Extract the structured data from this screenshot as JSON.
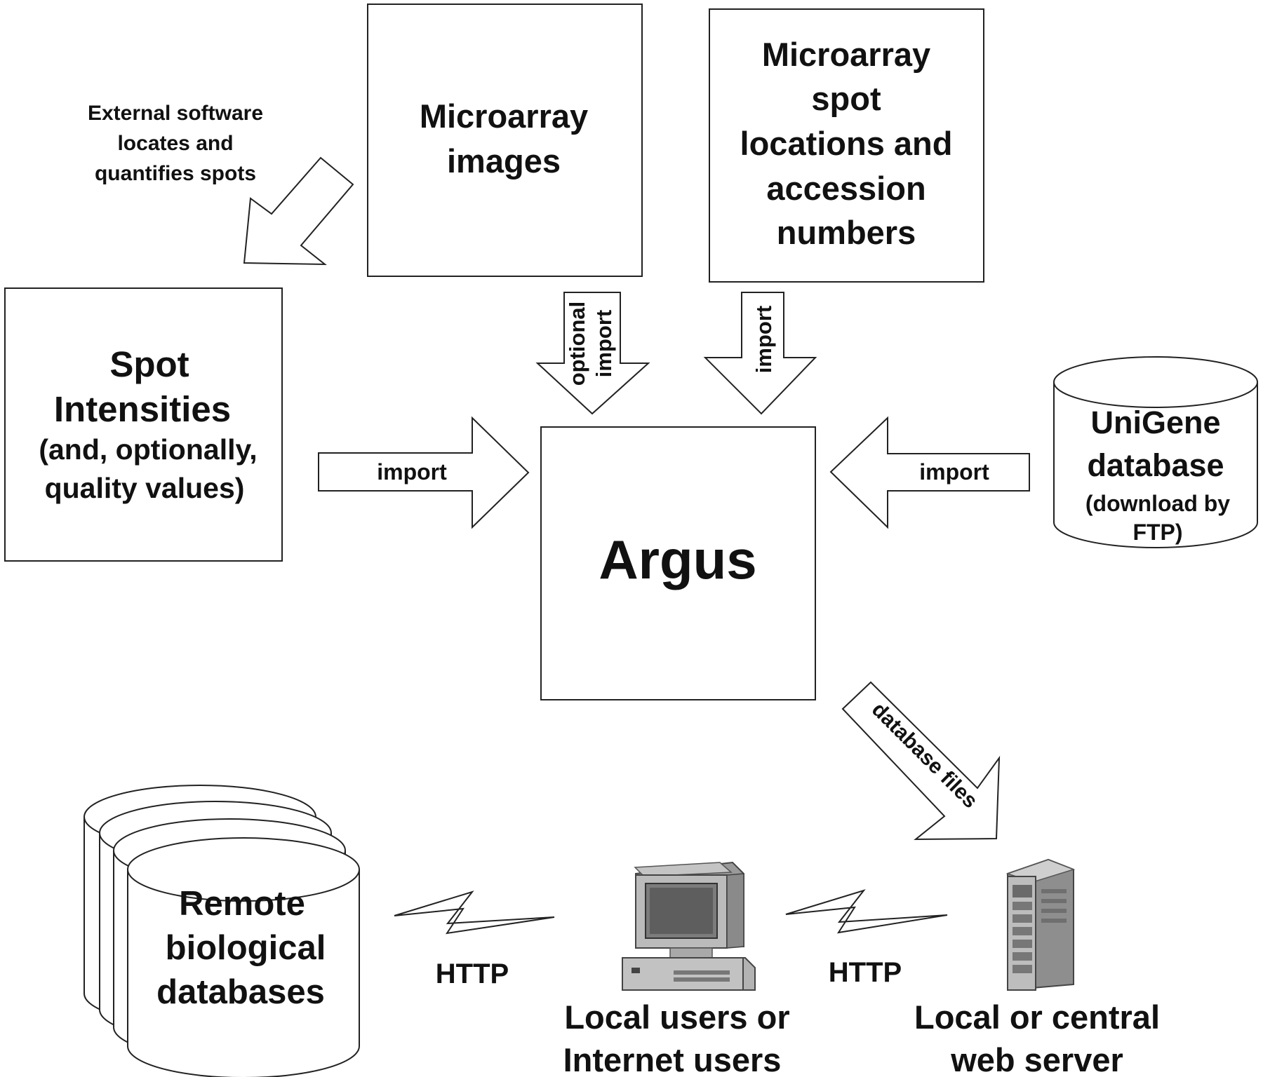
{
  "external_note": [
    "External software",
    "locates and",
    "quantifies spots"
  ],
  "microarray_images": [
    "Microarray",
    "images"
  ],
  "spot_locations": [
    "Microarray",
    "spot",
    "locations and",
    "accession",
    "numbers"
  ],
  "spot_intensities": {
    "title": [
      "Spot",
      "Intensities"
    ],
    "sub": [
      "(and, optionally,",
      "quality values)"
    ]
  },
  "argus": "Argus",
  "unigene": {
    "title": [
      "UniGene",
      "database"
    ],
    "sub": [
      "(download by",
      "FTP)"
    ]
  },
  "arrow_labels": {
    "optional_import": [
      "optional",
      "import"
    ],
    "import_from_locations": "import",
    "import_from_intensities": "import",
    "import_from_unigene": "import",
    "database_files": "database files"
  },
  "remote_databases": [
    "Remote",
    "biological",
    "databases"
  ],
  "http_left": "HTTP",
  "http_right": "HTTP",
  "local_users": [
    "Local users or",
    "Internet users"
  ],
  "web_server": [
    "Local or central",
    "web server"
  ]
}
